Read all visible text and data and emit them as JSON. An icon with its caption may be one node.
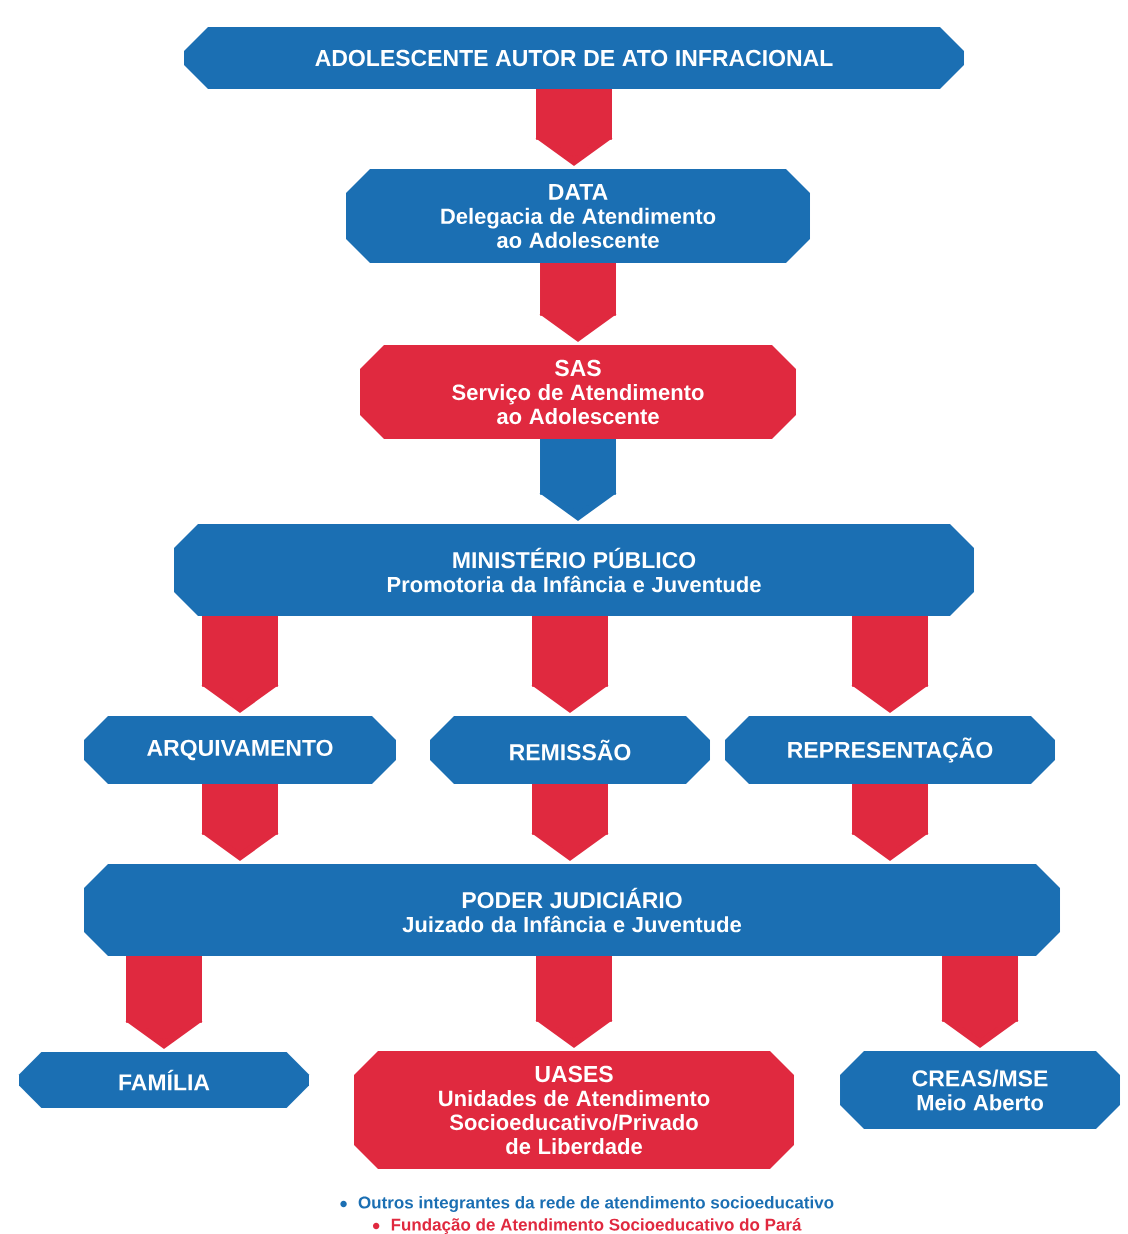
{
  "diagram": {
    "nodes": [
      {
        "text": [
          "ADOLESCENTE AUTOR DE ATO INFRACIONAL"
        ]
      },
      {
        "text": [
          "DATA",
          "Delegacia de Atendimento ao Adolescente"
        ]
      },
      {
        "text": [
          "SAS",
          "Serviço de Atendimento ao Adolescente"
        ]
      },
      {
        "text": [
          "MINISTÉRIO PÚBLICO",
          "Promotoria da Infância e Juventude"
        ]
      },
      {
        "text": [
          "ARQUIVAMENTO"
        ]
      },
      {
        "text": [
          "REMISSÃO"
        ]
      },
      {
        "text": [
          "REPRESENTAÇÃO"
        ]
      },
      {
        "text": [
          "PODER JUDICIÁRIO",
          "Juizado da Infância e Juventude"
        ]
      },
      {
        "text": [
          "FAMÍLIA"
        ]
      },
      {
        "text": [
          "UASES",
          "Unidades de Atendimento Socioeducativo/Privado de Liberdade"
        ]
      },
      {
        "text": [
          "CREAS/MSE",
          "Meio Aberto"
        ]
      }
    ],
    "edges": [
      {
        "from": 0,
        "to": 1,
        "arrow": "to"
      },
      {
        "from": 1,
        "to": 2,
        "arrow": "to"
      },
      {
        "from": 2,
        "to": 3,
        "arrow": "to",
        "color": "#1b6fb3"
      },
      {
        "from": 3,
        "to": 4,
        "arrow": "to"
      },
      {
        "from": 3,
        "to": 5,
        "arrow": "to"
      },
      {
        "from": 3,
        "to": 6,
        "arrow": "to"
      },
      {
        "from": 4,
        "to": 7,
        "arrow": "to"
      },
      {
        "from": 5,
        "to": 7,
        "arrow": "to"
      },
      {
        "from": 6,
        "to": 7,
        "arrow": "to"
      },
      {
        "from": 7,
        "to": 8,
        "arrow": "to"
      },
      {
        "from": 7,
        "to": 9,
        "arrow": "to"
      },
      {
        "from": 7,
        "to": 10,
        "arrow": "to"
      }
    ],
    "legend": [
      {
        "text": "Outros integrantes da rede de atendimento socioeducativo",
        "color": "#1b6fb3"
      },
      {
        "text": "Fundação de Atendimento Socioeducativo do Pará",
        "color": "#e0293f"
      }
    ]
  }
}
